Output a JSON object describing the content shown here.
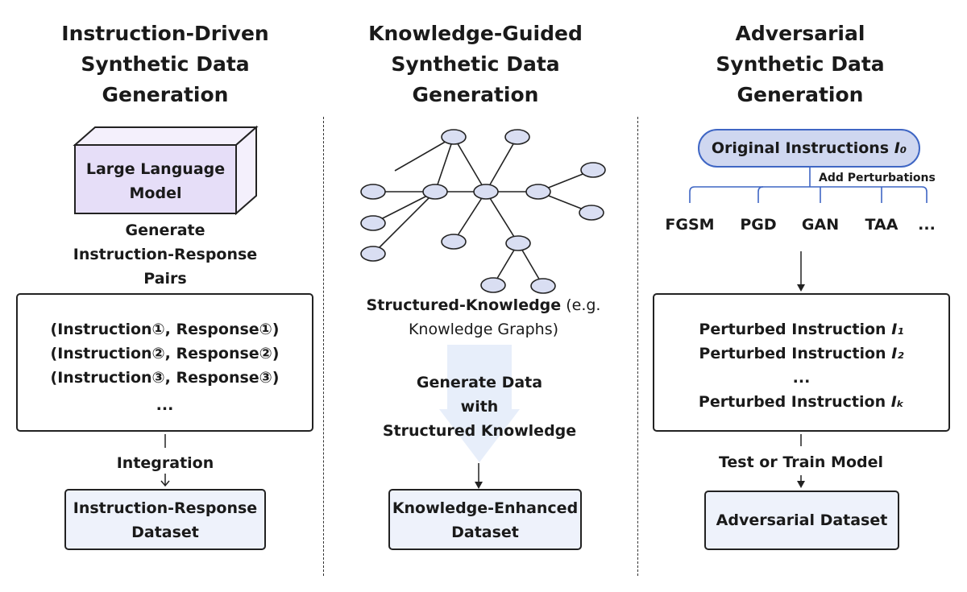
{
  "columns": [
    {
      "title_lines": [
        "Instruction-Driven",
        "Synthetic Data",
        "Generation"
      ]
    },
    {
      "title_lines": [
        "Knowledge-Guided",
        "Synthetic Data",
        "Generation"
      ]
    },
    {
      "title_lines": [
        "Adversarial",
        "Synthetic Data",
        "Generation"
      ]
    }
  ],
  "instruction_driven": {
    "llm_box_lines": [
      "Large Language",
      "Model"
    ],
    "generate_label_lines": [
      "Generate",
      "Instruction-Response",
      "Pairs"
    ],
    "pairs": [
      "(Instruction①, Response①)",
      "(Instruction②, Response②)",
      "(Instruction③, Response③)",
      "..."
    ],
    "integration_label": "Integration",
    "dataset_lines": [
      "Instruction-Response",
      "Dataset"
    ]
  },
  "knowledge_guided": {
    "structured_knowledge_bold": "Structured-Knowledge",
    "structured_knowledge_rest": " (e.g.",
    "structured_knowledge_line2": "Knowledge Graphs)",
    "generate_label_lines": [
      "Generate Data",
      "with",
      "Structured Knowledge"
    ],
    "dataset_lines": [
      "Knowledge-Enhanced",
      "Dataset"
    ]
  },
  "adversarial": {
    "original_instructions": "Original Instructions",
    "original_symbol": "I₀",
    "add_perturbations": "Add Perturbations",
    "methods": [
      "FGSM",
      "PGD",
      "GAN",
      "TAA",
      "..."
    ],
    "perturbed_lines": [
      {
        "text": "Perturbed Instruction ",
        "symbol": "I₁"
      },
      {
        "text": "Perturbed Instruction ",
        "symbol": "I₂"
      },
      {
        "text": "...",
        "symbol": ""
      },
      {
        "text": "Perturbed Instruction ",
        "symbol": "Iₖ"
      }
    ],
    "test_train_label": "Test or Train Model",
    "dataset_label": "Adversarial Dataset"
  },
  "colors": {
    "node_fill": "#d9def2",
    "llm_box_fill": "#e6def8",
    "llm_box_side": "#f4f0fc",
    "blue_box_fill": "#eef2fb",
    "pill_fill": "#cfd7f0",
    "pill_border": "#3f66c4",
    "tree_line": "#3f66c4",
    "big_arrow": "#e7eefa"
  }
}
